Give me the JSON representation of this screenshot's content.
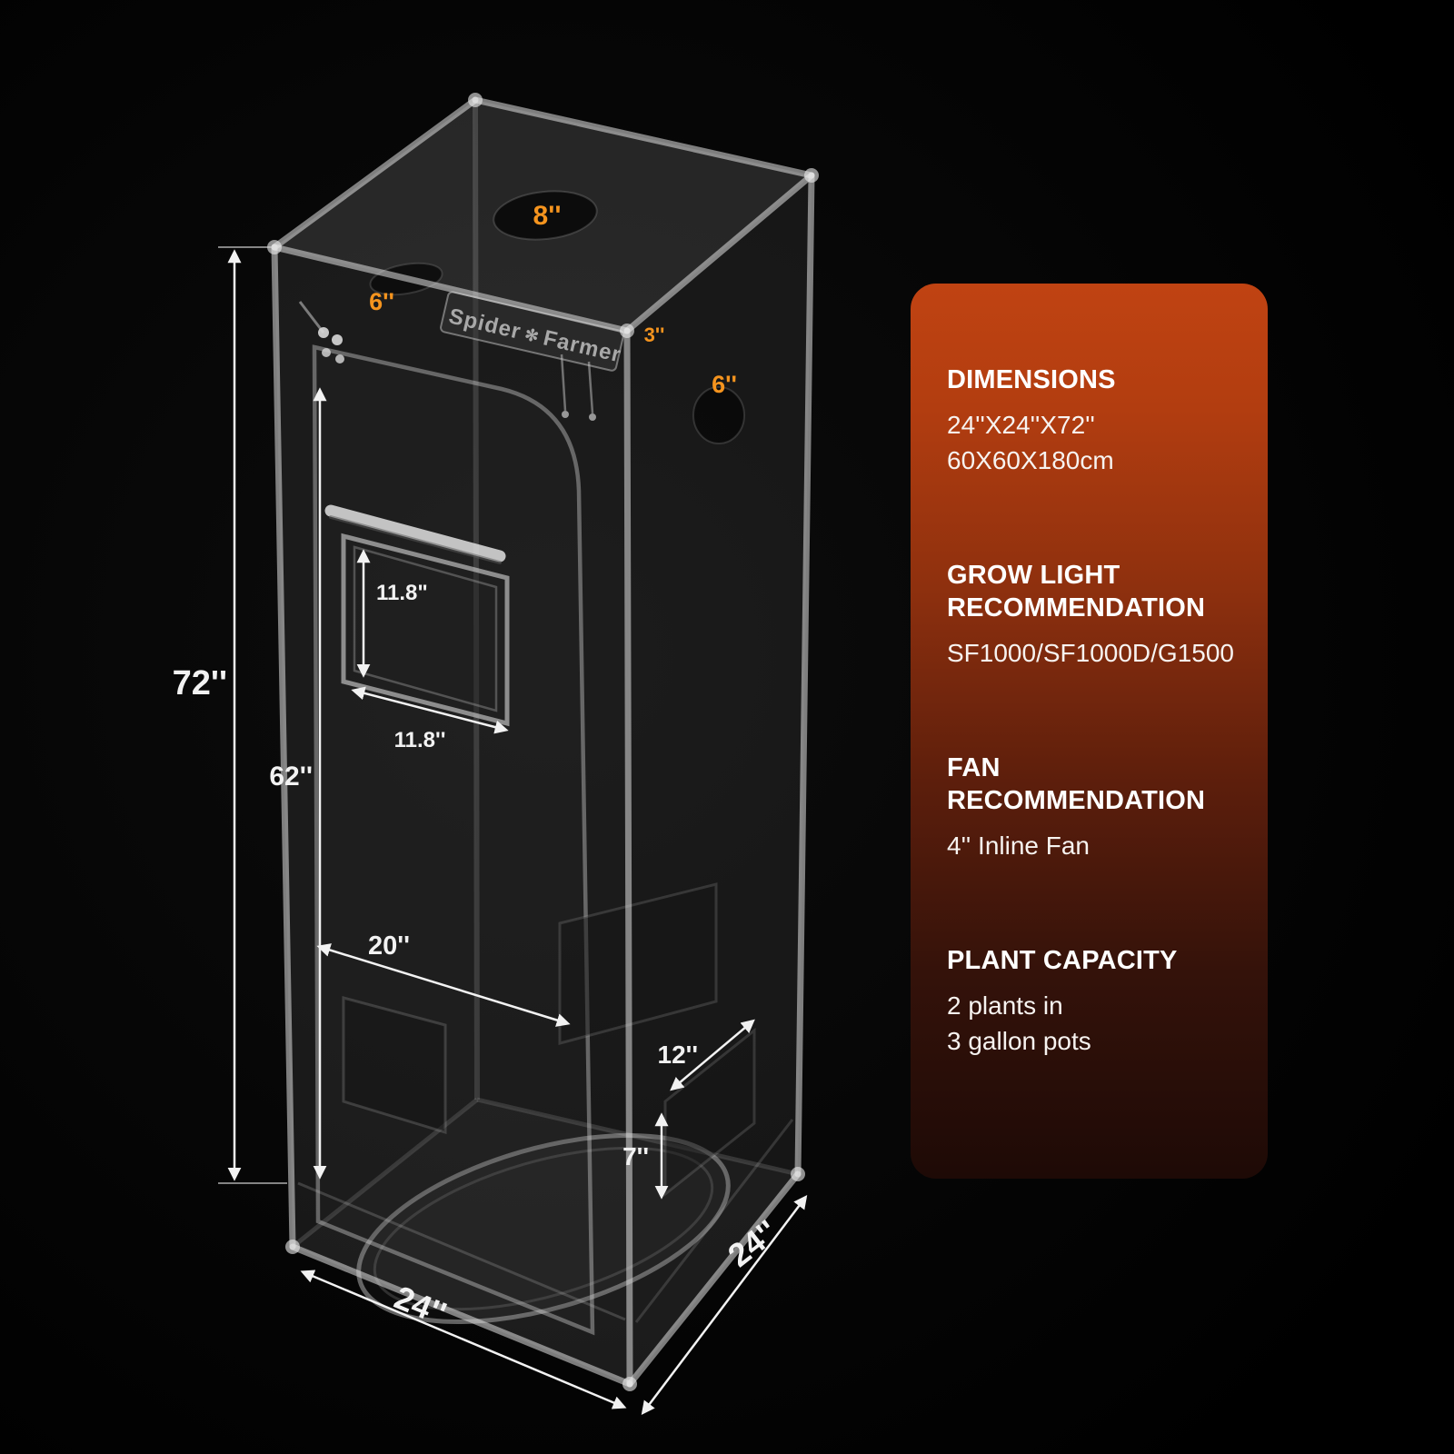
{
  "colors": {
    "background": "#050505",
    "accent_orange": "#f5941e",
    "dimension_white": "#f2f2f2",
    "panel_gradient_top": "#c04312",
    "panel_gradient_bottom": "#1e0a06"
  },
  "tent": {
    "brand_left": "Spider",
    "brand_flower_icon": "✻",
    "brand_right": "Farmer",
    "ports": {
      "top": "8''",
      "left_top": "6''",
      "right": "6''",
      "front": "3''"
    },
    "dimensions": {
      "height_total": "72''",
      "height_inner": "62''",
      "window_height": "11.8\"",
      "window_width": "11.8''",
      "floor_front": "20''",
      "vent_width": "12''",
      "vent_height": "7''",
      "base_width": "24''",
      "base_depth": "24''"
    }
  },
  "info_panel": {
    "sections": [
      {
        "heading": "DIMENSIONS",
        "line1": "24''X24''X72''",
        "line2": "60X60X180cm"
      },
      {
        "heading": "GROW LIGHT RECOMMENDATION",
        "line1": "SF1000/SF1000D/G1500",
        "line2": ""
      },
      {
        "heading": "FAN RECOMMENDATION",
        "line1": "4'' Inline Fan",
        "line2": ""
      },
      {
        "heading": "PLANT CAPACITY",
        "line1": "2 plants in",
        "line2": "3 gallon pots"
      }
    ]
  }
}
